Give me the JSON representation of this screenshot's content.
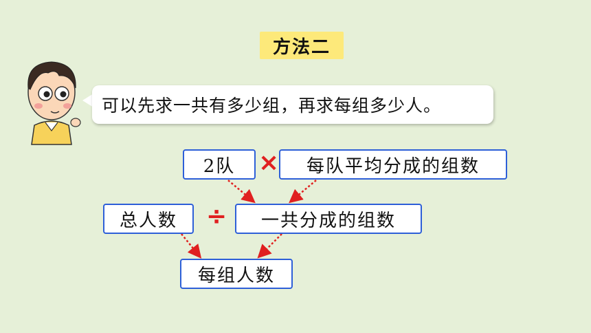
{
  "title": "方法二",
  "speech": "可以先求一共有多少组，再求每组多少人。",
  "diagram": {
    "box_teams": "2队",
    "op_multiply": "×",
    "box_groups_per_team": "每队平均分成的组数",
    "box_total_people": "总人数",
    "op_divide": "÷",
    "box_total_groups": "一共分成的组数",
    "box_people_per_group": "每组人数"
  },
  "colors": {
    "background": "#e6f0d8",
    "title_highlight": "#fde97a",
    "box_border": "#2d5fd8",
    "operator": "#e02020",
    "arrow": "#e02020"
  }
}
